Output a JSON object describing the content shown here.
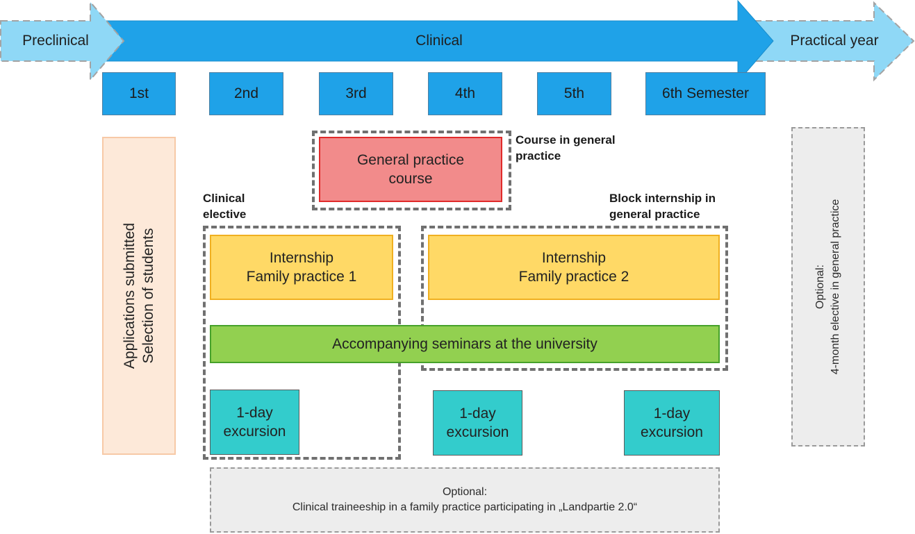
{
  "phases": {
    "preclinical": "Preclinical",
    "clinical": "Clinical",
    "practical_year": "Practical year"
  },
  "semesters": [
    "1st",
    "2nd",
    "3rd",
    "4th",
    "5th",
    "6th Semester"
  ],
  "applications": [
    "Applications submitted",
    "Selection of students"
  ],
  "gp_course": {
    "label": [
      "Course in general",
      "practice"
    ],
    "box": [
      "General practice",
      "course"
    ]
  },
  "clinical_elective": {
    "label": [
      "Clinical",
      "elective"
    ],
    "internship": [
      "Internship",
      "Family practice 1"
    ]
  },
  "block_internship": {
    "label": [
      "Block internship in",
      "general practice"
    ],
    "internship": [
      "Internship",
      "Family practice 2"
    ]
  },
  "seminars": "Accompanying seminars at the university",
  "excursions": [
    [
      "1-day",
      "excursion"
    ],
    [
      "1-day",
      "excursion"
    ],
    [
      "1-day",
      "excursion"
    ]
  ],
  "optional_traineeship": [
    "Optional:",
    "Clinical traineeship in a family practice participating in „Landpartie 2.0“"
  ],
  "optional_elective": [
    "Optional:",
    "4-month elective in general  practice"
  ],
  "colors": {
    "clinical": "#1fa2e8",
    "phase_light": "#8fd8f6",
    "semester": "#1fa2e8",
    "gp_course": "#f28b8b",
    "internship": "#ffd966",
    "seminars": "#92d050",
    "excursion": "#33cccc",
    "applications": "#fde9d9",
    "optional": "#ededed"
  }
}
